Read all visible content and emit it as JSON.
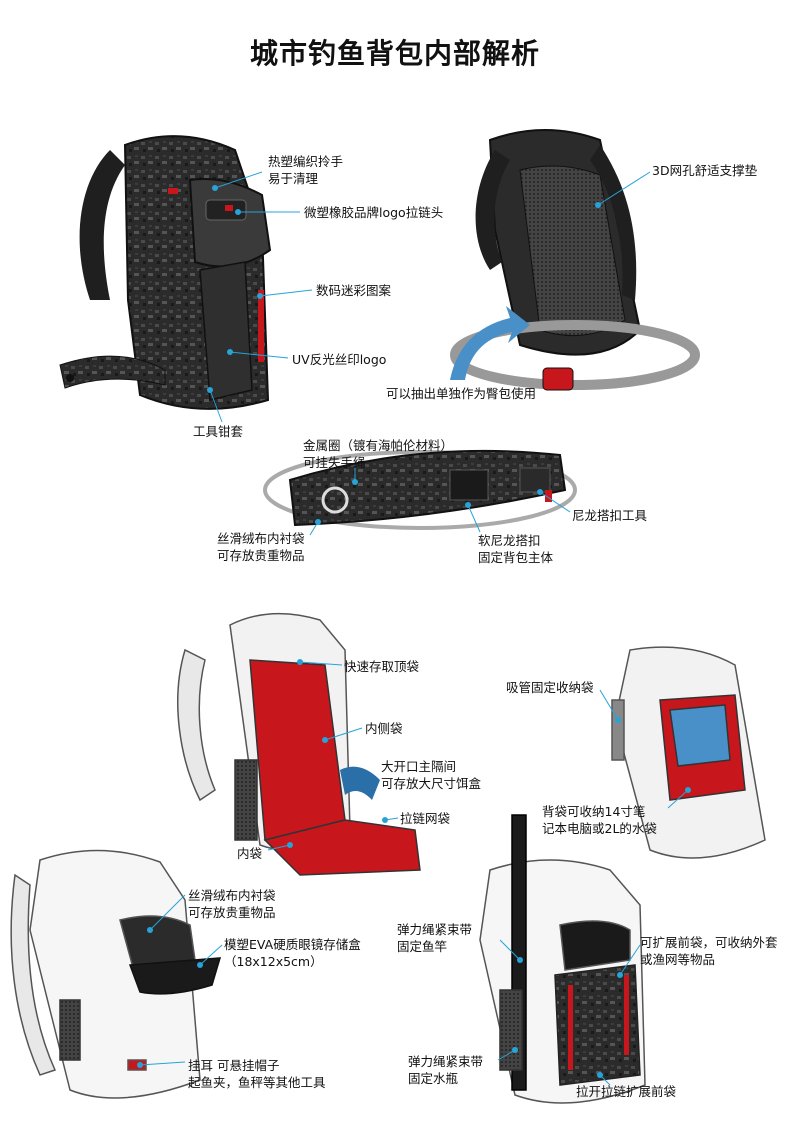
{
  "title": "城市钓鱼背包内部解析",
  "callouts": {
    "handle": [
      "热塑编织拎手",
      "易于清理"
    ],
    "zipper_pull": [
      "微塑橡胶品牌logo拉链头"
    ],
    "camo": [
      "数码迷彩图案"
    ],
    "uv_logo": [
      "UV反光丝印logo"
    ],
    "tool_holder": [
      "工具钳套"
    ],
    "back_pad": [
      "3D网孔舒适支撑垫"
    ],
    "hip_pack": [
      "可以抽出单独作为臀包使用"
    ],
    "metal_ring": [
      "金属圈（镀有海帕伦材料）",
      "可挂失手绳"
    ],
    "nylon_tool": [
      "尼龙搭扣工具"
    ],
    "velour_pocket": [
      "丝滑绒布内衬袋",
      "可存放贵重物品"
    ],
    "soft_nylon": [
      "软尼龙搭扣",
      "固定背包主体"
    ],
    "top_pocket": [
      "快速存取顶袋"
    ],
    "inner_side": [
      "内侧袋"
    ],
    "main_compartment": [
      "大开口主隔间",
      "可存放大尺寸饵盒"
    ],
    "zip_mesh": [
      "拉链网袋"
    ],
    "inner_pocket": [
      "内袋"
    ],
    "straw_pocket": [
      "吸管固定收纳袋"
    ],
    "laptop": [
      "背袋可收纳14寸笔",
      "记本电脑或2L的水袋"
    ],
    "velour_pocket2": [
      "丝滑绒布内衬袋",
      "可存放贵重物品"
    ],
    "eva_case": [
      "模塑EVA硬质眼镜存储盒",
      "（18x12x5cm）"
    ],
    "bungee_rod": [
      "弹力绳紧束带",
      "固定鱼竿"
    ],
    "front_expand": [
      "可扩展前袋，可收纳外套",
      "或渔网等物品"
    ],
    "hanging_loop": [
      "挂耳 可悬挂帽子",
      "起鱼夹，鱼秤等其他工具"
    ],
    "bungee_bottle": [
      "弹力绳紧束带",
      "固定水瓶"
    ],
    "zip_expand": [
      "拉开拉链扩展前袋"
    ]
  },
  "colors": {
    "accent_line": "#27a3d8",
    "bag_dark": "#2b2b2b",
    "bag_red": "#c8161d",
    "outline": "#555555"
  }
}
